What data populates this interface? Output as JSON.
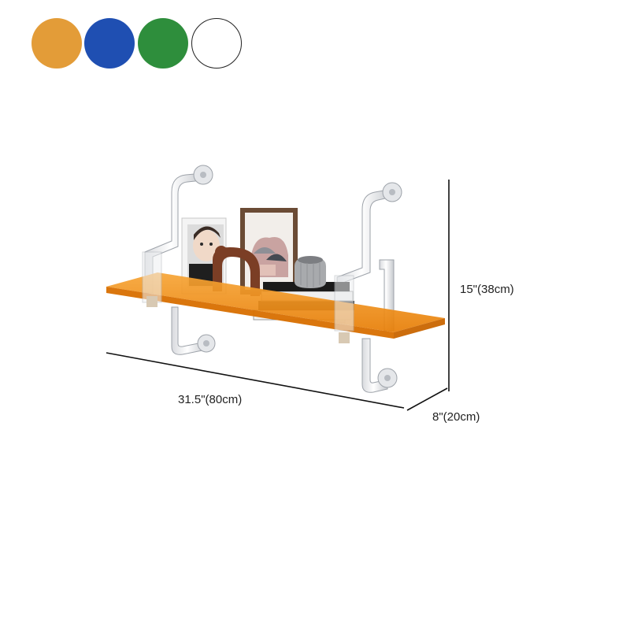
{
  "color_options": [
    {
      "name": "orange",
      "color": "#E39C38"
    },
    {
      "name": "blue",
      "color": "#1F4FB2"
    },
    {
      "name": "green",
      "color": "#2E8E3C"
    },
    {
      "name": "white",
      "color": "#FFFFFF"
    }
  ],
  "dimensions": {
    "width_label": "31.5\"(80cm)",
    "height_label": "15\"(38cm)",
    "depth_label": "8\"(20cm)"
  },
  "shelf_color": "#F08A0C"
}
